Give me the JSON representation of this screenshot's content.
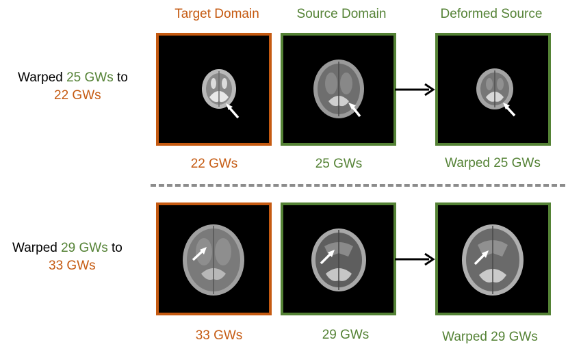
{
  "columns": {
    "target": "Target Domain",
    "source": "Source Domain",
    "deformed": "Deformed Source"
  },
  "rows": [
    {
      "label_prefix": "Warped ",
      "label_source": "25 GWs",
      "label_mid": " to",
      "label_target": "22 GWs",
      "target_caption": "22 GWs",
      "source_caption": "25 GWs",
      "deformed_caption": "Warped 25 GWs"
    },
    {
      "label_prefix": "Warped ",
      "label_source": "29 GWs",
      "label_mid": " to",
      "label_target": "33 GWs",
      "target_caption": "33 GWs",
      "source_caption": "29 GWs",
      "deformed_caption": "Warped 29 GWs"
    }
  ],
  "colors": {
    "target": "#C55A11",
    "source": "#548235",
    "divider": "#8c8c8c"
  }
}
